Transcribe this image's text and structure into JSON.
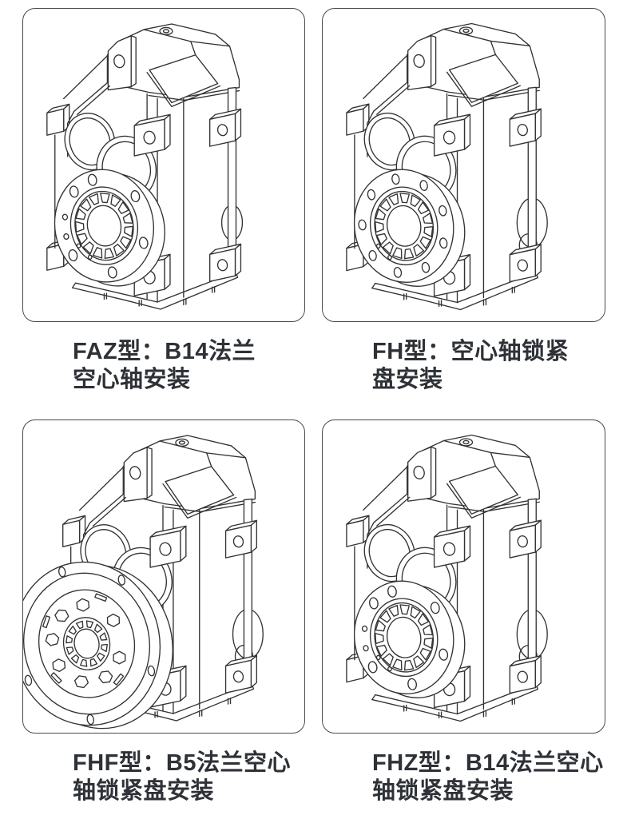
{
  "colors": {
    "background": "#ffffff",
    "panel_border": "#4a4a4a",
    "line": "#333333",
    "text": "#2e3237"
  },
  "panels": [
    {
      "id": "faz",
      "drawing": "f-series-gear-reducer-b14-flange-hollow-shaft",
      "variant": "b14",
      "caption": {
        "line1": "FAZ型：B14法兰",
        "line2": "空心轴安装"
      }
    },
    {
      "id": "fh",
      "drawing": "f-series-gear-reducer-hollow-shaft-shrink-disk",
      "variant": "shrink",
      "caption": {
        "line1": "FH型：空心轴锁紧",
        "line2": "盘安装"
      }
    },
    {
      "id": "fhf",
      "drawing": "f-series-gear-reducer-b5-flange-shrink-disk",
      "variant": "b5",
      "caption": {
        "line1": "FHF型：B5法兰空心",
        "line2": "轴锁紧盘安装"
      }
    },
    {
      "id": "fhz",
      "drawing": "f-series-gear-reducer-b14-flange-shrink-disk",
      "variant": "b14z",
      "caption": {
        "line1": "FHZ型：B14法兰空心",
        "line2": "轴锁紧盘安装"
      }
    }
  ]
}
